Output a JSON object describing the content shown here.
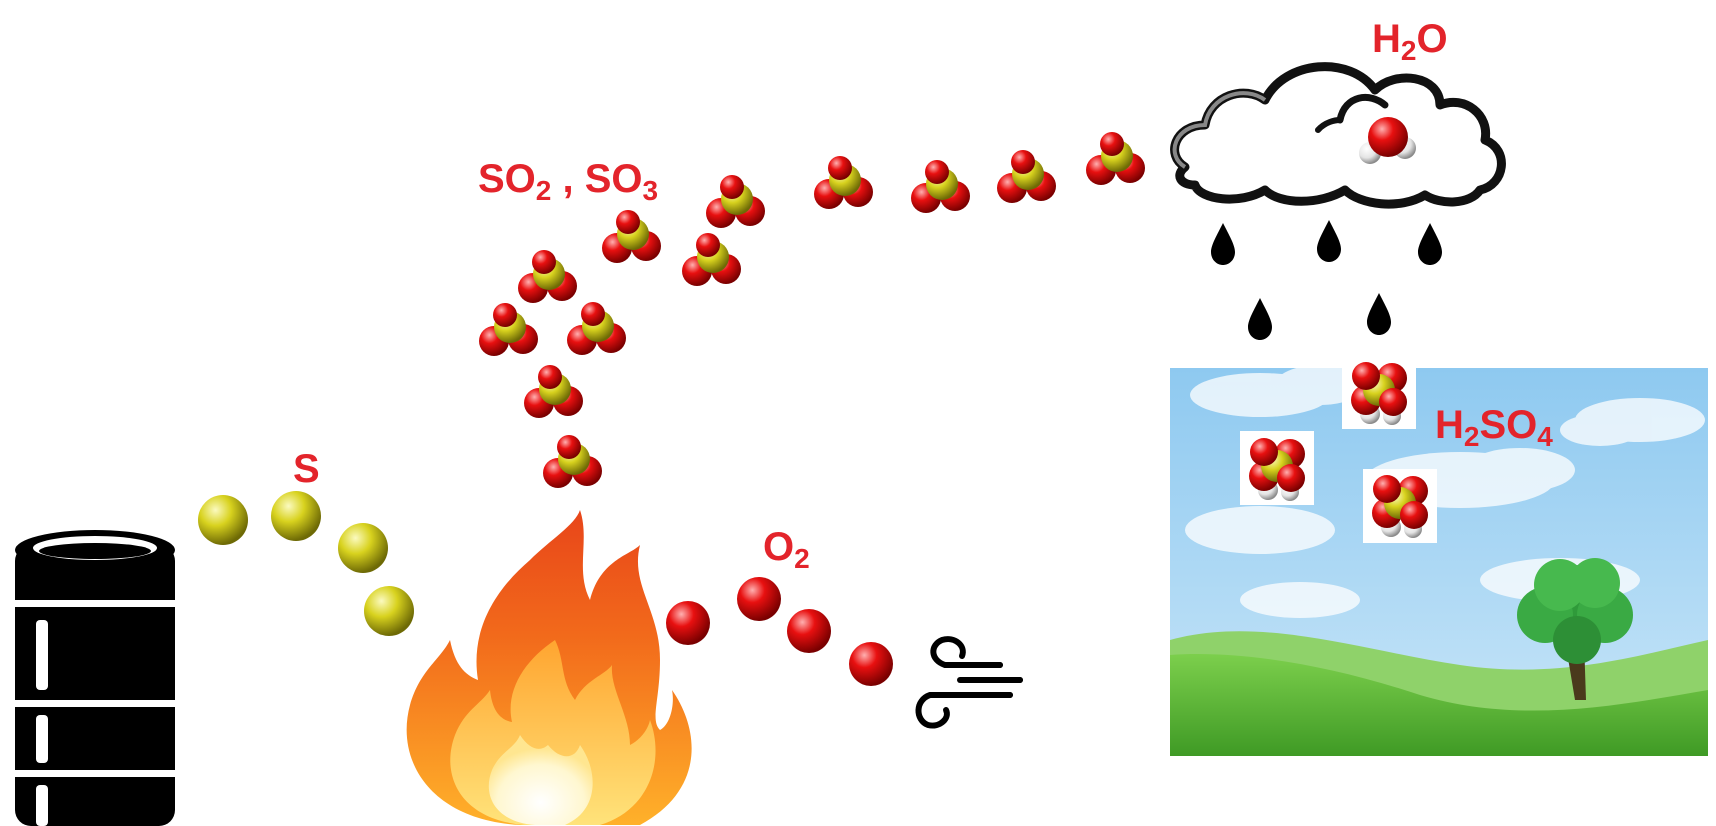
{
  "labels": {
    "sulfur": "S",
    "oxygen": "O",
    "oxygen_sub": "2",
    "sulfur_oxides_a": "SO",
    "sulfur_oxides_a_sub": "2",
    "sulfur_oxides_sep": " , ",
    "sulfur_oxides_b": "SO",
    "sulfur_oxides_b_sub": "3",
    "water_h": "H",
    "water_sub": "2",
    "water_o": "O",
    "acid_h": "H",
    "acid_sub1": "2",
    "acid_so": "SO",
    "acid_sub2": "4"
  },
  "icons": [
    "oil-barrel-icon",
    "fire-icon",
    "wind-icon",
    "rain-cloud-icon",
    "landscape-icon",
    "tree-icon"
  ],
  "colors": {
    "label": "#e3242b",
    "sulfur_atom": "#d4cf1c",
    "oxygen_atom": "#e01010",
    "hydrogen_atom": "#f2f2f2",
    "sky": "#a9d6f5",
    "grass": "#5db83a"
  }
}
